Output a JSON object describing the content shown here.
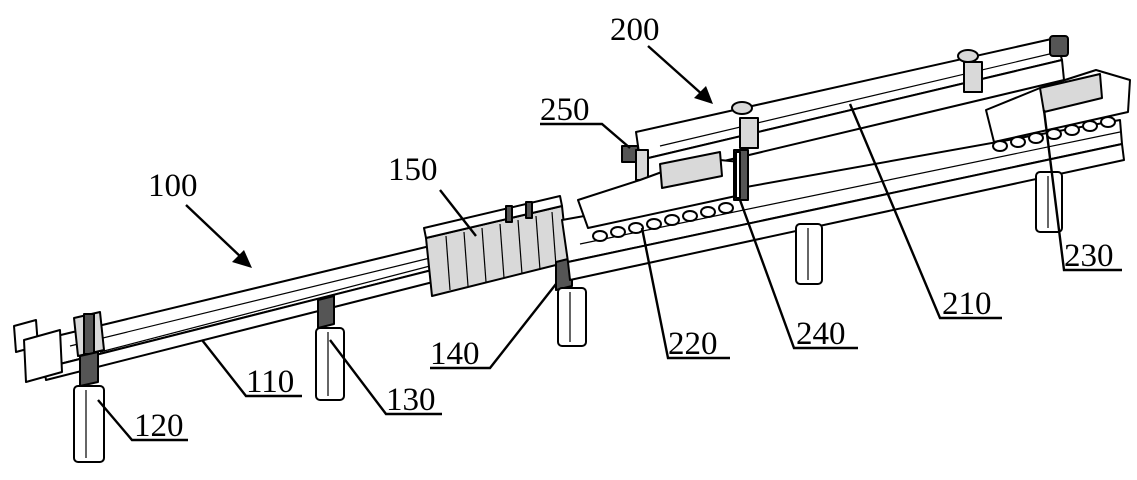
{
  "labels": {
    "l100": "100",
    "l110": "110",
    "l120": "120",
    "l130": "130",
    "l140": "140",
    "l150": "150",
    "l200": "200",
    "l210": "210",
    "l220": "220",
    "l230": "230",
    "l240": "240",
    "l250": "250"
  },
  "colors": {
    "stroke": "#000000",
    "background": "#ffffff"
  }
}
